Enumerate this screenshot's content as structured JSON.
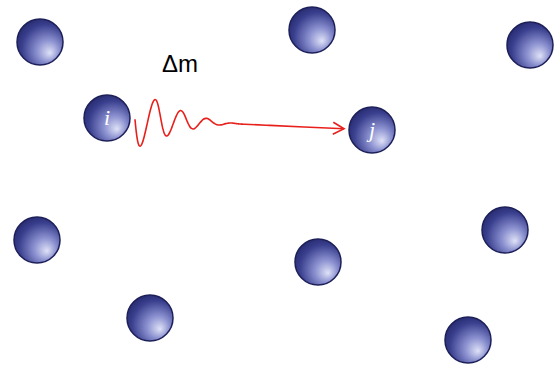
{
  "diagram": {
    "nodes": [
      {
        "text": [
          "i"
        ]
      },
      {
        "text": [
          "j"
        ]
      }
    ],
    "edges": [
      {
        "from": 0,
        "to": 1,
        "arrow": "to",
        "label": "Δm"
      }
    ]
  }
}
